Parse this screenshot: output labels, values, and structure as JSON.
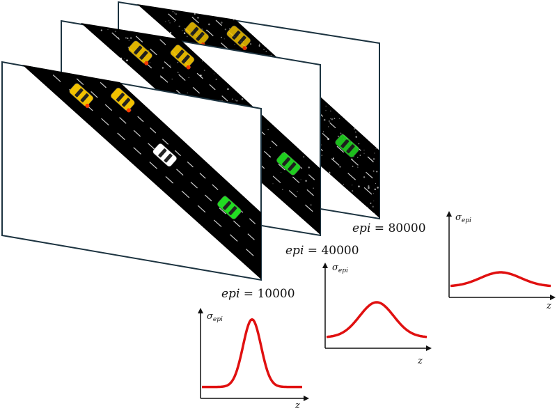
{
  "frames": [
    {
      "epi_label": "epi = 10000",
      "epi_prefix": "epi",
      "epi_value": "= 10000",
      "noise": 0.0
    },
    {
      "epi_label": "epi = 40000",
      "epi_prefix": "epi",
      "epi_value": "= 40000",
      "noise": 0.35
    },
    {
      "epi_label": "epi = 80000",
      "epi_prefix": "epi",
      "epi_value": "= 80000",
      "noise": 0.7
    }
  ],
  "plots": [
    {
      "y_label": "σ",
      "y_sub": "epi",
      "x_label": "z",
      "peak_height": 0.9,
      "width": 0.09
    },
    {
      "y_label": "σ",
      "y_sub": "epi",
      "x_label": "z",
      "peak_height": 0.55,
      "width": 0.17
    },
    {
      "y_label": "σ",
      "y_sub": "epi",
      "x_label": "z",
      "peak_height": 0.3,
      "width": 0.2
    }
  ],
  "colors": {
    "frame_border": "#1c3340",
    "road": "#000000",
    "lane": "#cfcfcf",
    "taxi": "#f2c200",
    "taxi_light": "#ff3b00",
    "ego_car": "#ffffff",
    "green_car": "#22dd22",
    "curve": "#e01010",
    "axis": "#111111"
  }
}
